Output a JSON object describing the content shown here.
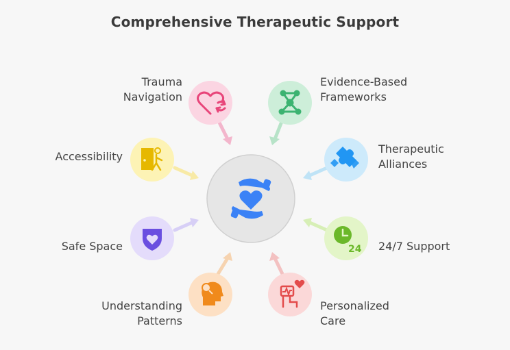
{
  "title": "Comprehensive Therapeutic Support",
  "center": {
    "icon": "hands-heart-icon",
    "color": "#3b82f6"
  },
  "items": [
    {
      "label": "Trauma\nNavigation",
      "icon": "heart-refresh-icon",
      "color": "#e8457a"
    },
    {
      "label": "Evidence-Based\nFrameworks",
      "icon": "network-icon",
      "color": "#3cb371"
    },
    {
      "label": "Therapeutic\nAlliances",
      "icon": "puzzle-icon",
      "color": "#2196f3"
    },
    {
      "label": "24/7 Support",
      "icon": "clock-24-icon",
      "color": "#6bb82a"
    },
    {
      "label": "Personalized\nCare",
      "icon": "person-heart-icon",
      "color": "#e34b4b"
    },
    {
      "label": "Understanding\nPatterns",
      "icon": "head-search-icon",
      "color": "#f08a1c"
    },
    {
      "label": "Safe Space",
      "icon": "shield-heart-icon",
      "color": "#6a4fe0"
    },
    {
      "label": "Accessibility",
      "icon": "door-person-icon",
      "color": "#e6b800"
    }
  ]
}
